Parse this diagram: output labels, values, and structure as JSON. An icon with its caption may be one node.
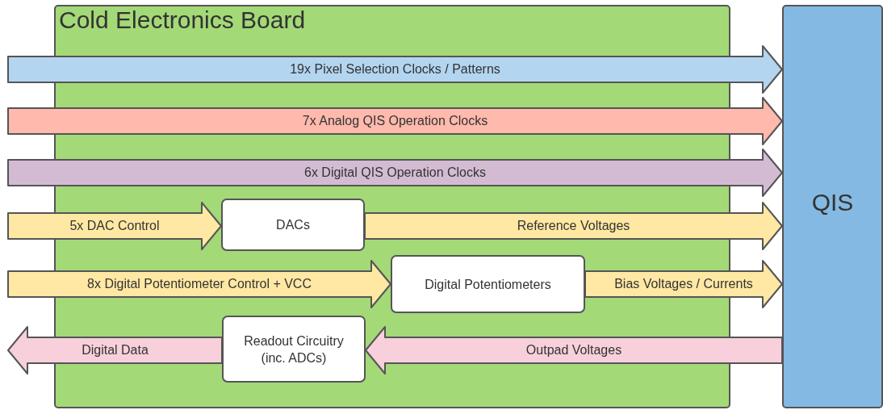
{
  "diagram": {
    "nodes": [
      {
        "text": [
          "Cold Electronics Board"
        ]
      },
      {
        "text": [
          "QIS"
        ]
      },
      {
        "text": [
          "DACs"
        ],
        "in": 0
      },
      {
        "text": [
          "Digital Potentiometers"
        ],
        "in": 0
      },
      {
        "text": [
          "Readout Circuitry (inc. ADCs)"
        ],
        "in": 0
      }
    ],
    "edges": [
      {
        "from": null,
        "to": 1,
        "arrow": "to",
        "label": "19x Pixel Selection Clocks / Patterns",
        "color": "#b3d5f0"
      },
      {
        "from": null,
        "to": 1,
        "arrow": "to",
        "label": "7x Analog QIS Operation Clocks",
        "color": "#ffb9ad"
      },
      {
        "from": null,
        "to": 1,
        "arrow": "to",
        "label": "6x Digital QIS Operation Clocks",
        "color": "#d3bcd3"
      },
      {
        "from": null,
        "to": 2,
        "arrow": "to",
        "label": "5x DAC Control",
        "color": "#ffe8a3"
      },
      {
        "from": 2,
        "to": 1,
        "arrow": "to",
        "label": "Reference Voltages",
        "color": "#ffe8a3"
      },
      {
        "from": null,
        "to": 3,
        "arrow": "to",
        "label": "8x Digital Potentiometer Control + VCC",
        "color": "#ffe8a3"
      },
      {
        "from": 3,
        "to": 1,
        "arrow": "to",
        "label": "Bias Voltages / Currents",
        "color": "#ffe8a3"
      },
      {
        "from": 1,
        "to": 4,
        "arrow": "to",
        "label": "Outpad Voltages",
        "color": "#f8d0dc"
      },
      {
        "from": 4,
        "to": null,
        "arrow": "to",
        "label": "Digital Data",
        "color": "#f8d0dc"
      }
    ]
  }
}
